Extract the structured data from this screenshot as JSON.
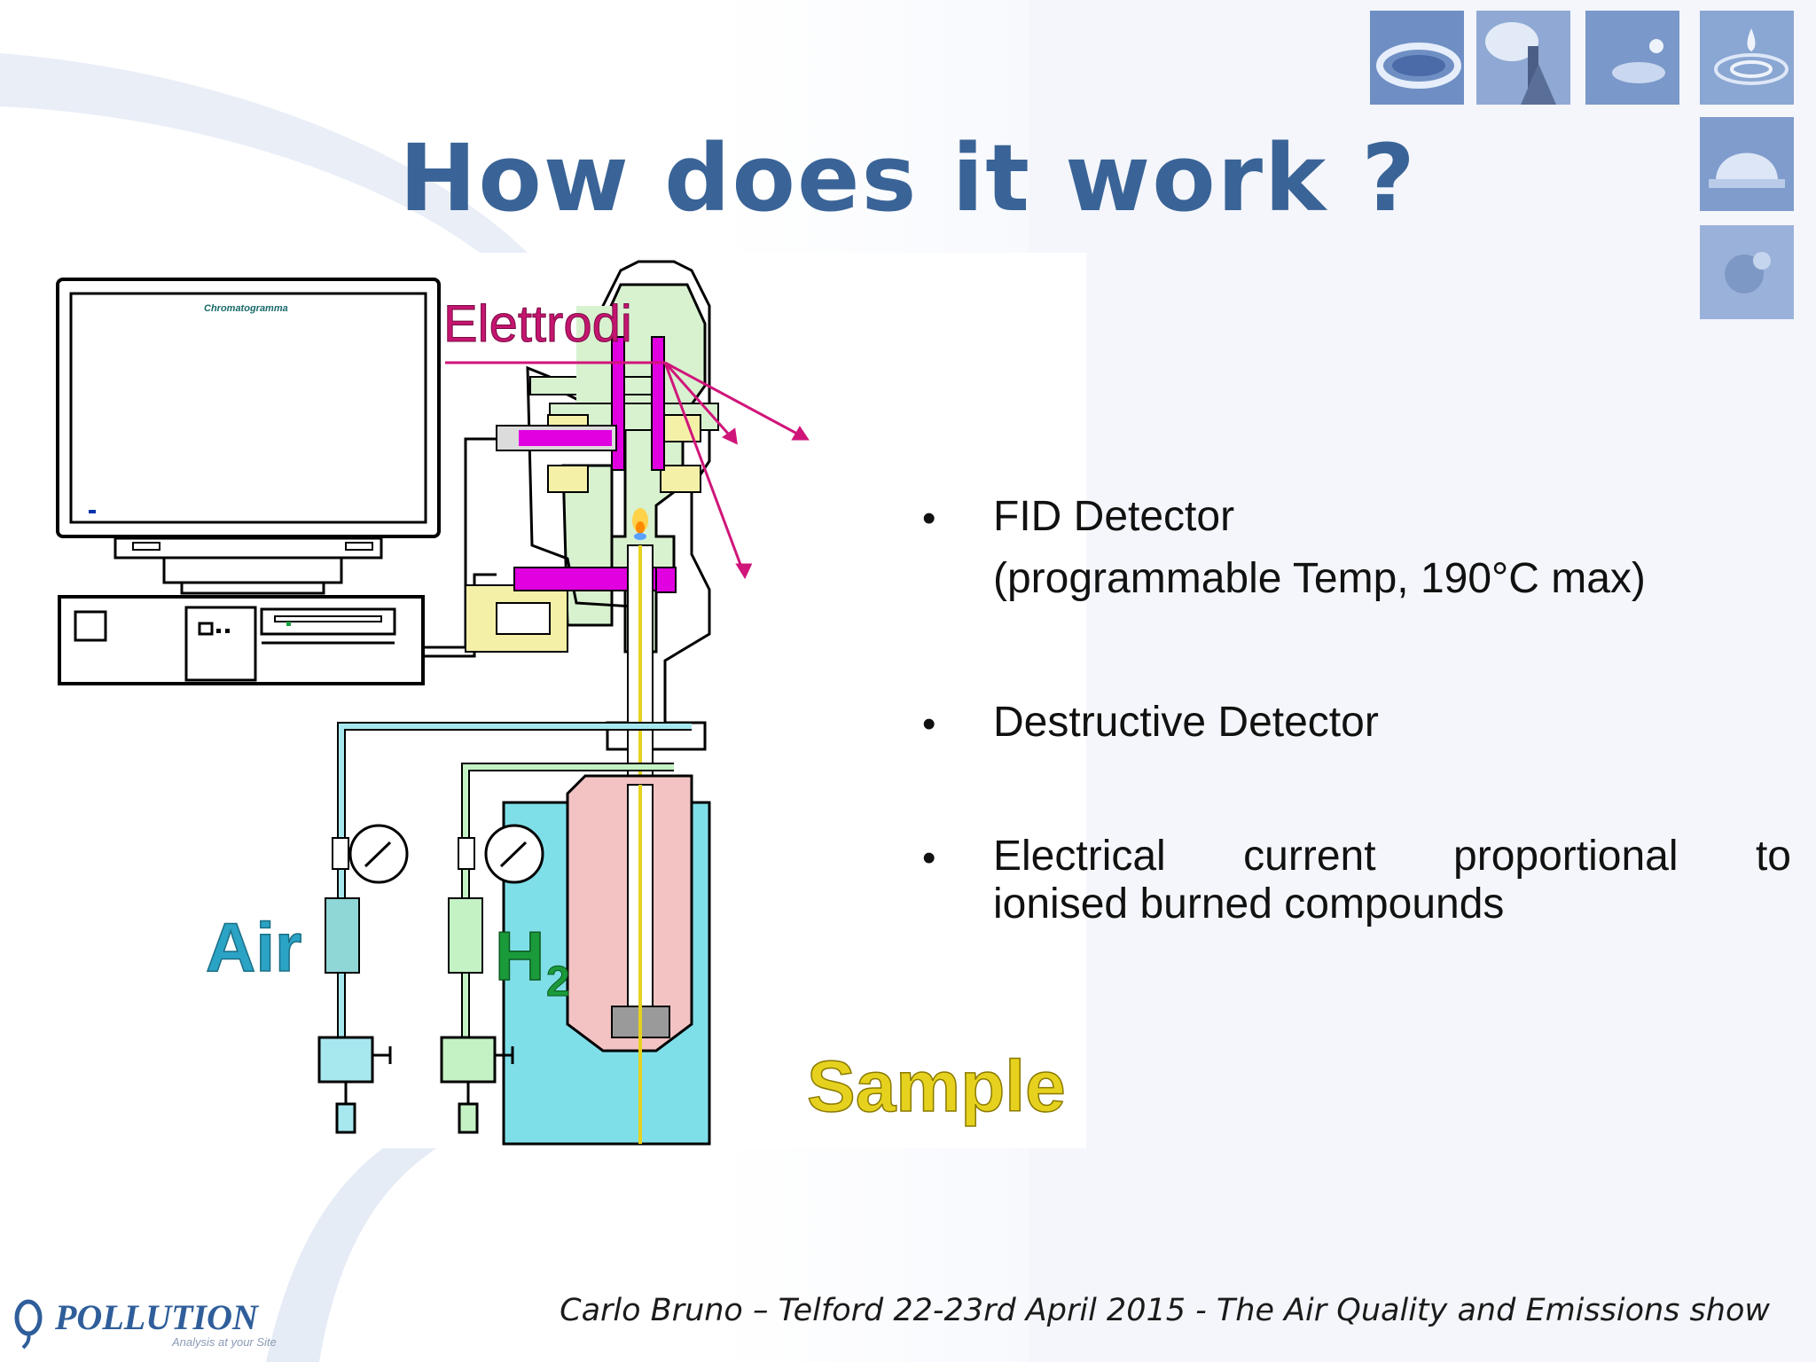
{
  "slide": {
    "title": "How does it work ?",
    "bullets": [
      {
        "line1": "FID Detector",
        "line2": "(programmable Temp, 190°C max)"
      },
      {
        "line1": "Destructive Detector"
      },
      {
        "line1": "Electrical current proportional to",
        "line2": "ionised burned compounds"
      }
    ],
    "footer": "Carlo Bruno – Telford  22-23rd April 2015 - The Air Quality and Emissions show",
    "logo": {
      "name": "POLLUTION",
      "tagline": "Analysis at your Site"
    }
  },
  "diagram": {
    "screen_text": "Chromatogramma",
    "labels": {
      "electrodes": "Elettrodi",
      "air": "Air",
      "hydrogen": "H",
      "hydrogen_sub": "2",
      "sample": "Sample"
    },
    "colors": {
      "body_fill": "#d8f2d0",
      "electrode": "#e000e0",
      "insulator": "#f5f0a8",
      "water": "#7fdfe9",
      "fitting": "#f3c3c3",
      "air_label": "#2ba3c4",
      "h2_label": "#1a9a3a",
      "sample_label": "#e6d21e",
      "title": "#3a6497"
    }
  }
}
